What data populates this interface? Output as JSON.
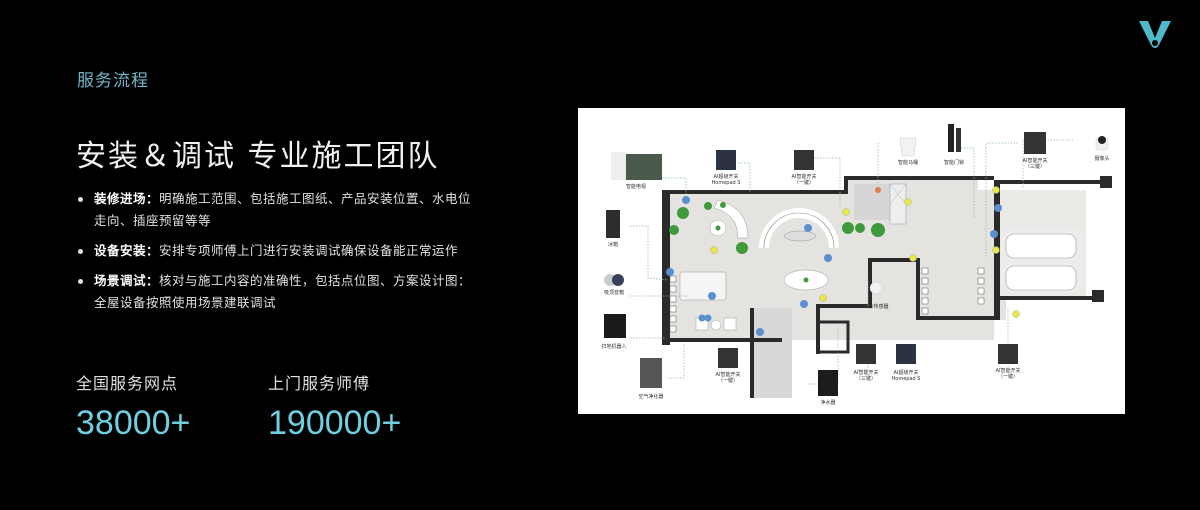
{
  "slide": {
    "section_tag": "服务流程",
    "headline": "安装＆调试  专业施工团队",
    "bullets": [
      {
        "title": "装修进场：",
        "text": "明确施工范围、包括施工图纸、产品安装位置、水电位走向、插座预留等等"
      },
      {
        "title": "设备安装：",
        "text": "安排专项师傅上门进行安装调试确保设备能正常运作"
      },
      {
        "title": "场景调试：",
        "text": "核对与施工内容的准确性，包括点位图、方案设计图：全屋设备按照使用场景建联调试"
      }
    ],
    "stats": [
      {
        "label": "全国服务网点",
        "value": "38000+"
      },
      {
        "label": "上门服务师傅",
        "value": "190000+"
      }
    ]
  },
  "logo": {
    "icon": "v-logo-icon",
    "color": "#4fb8c9"
  },
  "floor_plan": {
    "devices": [
      {
        "name": "智能电视",
        "icon": "tv-icon"
      },
      {
        "name": "冰箱",
        "icon": "fridge-icon"
      },
      {
        "name": "吸顶音箱",
        "icon": "ceiling-speaker-icon"
      },
      {
        "name": "扫地机器人",
        "icon": "robot-vacuum-icon"
      },
      {
        "name": "空气净化器",
        "icon": "air-purifier-icon"
      },
      {
        "name": "AI超级开关 Homepad S",
        "icon": "homepad-icon"
      },
      {
        "name": "AI智能开关（一键）",
        "icon": "switch-icon"
      },
      {
        "name": "智能马桶",
        "icon": "toilet-icon"
      },
      {
        "name": "智能门锁",
        "icon": "door-lock-icon"
      },
      {
        "name": "AI智能开关（三键）",
        "icon": "switch-icon"
      },
      {
        "name": "摄像头",
        "icon": "camera-icon"
      },
      {
        "name": "人体传感器",
        "icon": "motion-sensor-icon"
      },
      {
        "name": "净水器",
        "icon": "water-purifier-icon"
      },
      {
        "name": "AI智能开关（三键）",
        "icon": "switch-icon"
      },
      {
        "name": "AI超级开关 Homepad S",
        "icon": "homepad-icon"
      },
      {
        "name": "AI智能开关（一键）",
        "icon": "switch-icon"
      },
      {
        "name": "AI智能开关（一键）",
        "icon": "switch-icon"
      }
    ],
    "labels": {
      "tv": "智能电视",
      "fridge": "冰箱",
      "speaker": "吸顶音箱",
      "robot": "扫地机器人",
      "purifier": "空气净化器",
      "homepad1_a": "AI超级开关",
      "homepad1_b": "Homepad S",
      "switch1_a": "AI智能开关",
      "switch1_b": "（一键）",
      "toilet": "智能马桶",
      "lock": "智能门锁",
      "switch3_a": "AI智能开关",
      "switch3_b": "（三键）",
      "camera": "摄像头",
      "sensor": "人体传感器",
      "water": "净水器",
      "switch4_a": "AI智能开关",
      "switch4_b": "（三键）",
      "homepad2_a": "AI超级开关",
      "homepad2_b": "Homepad S",
      "switch5_a": "AI智能开关",
      "switch5_b": "（一键）",
      "switch6_a": "AI智能开关",
      "switch6_b": "（一键）"
    },
    "colors": {
      "wall": "#2a2a2a",
      "floor": "#e4e3e0",
      "line": "#8fb9b4",
      "dot_blue": "#5b8fd0",
      "dot_yellow": "#e8e84a",
      "plant": "#3e9a3a"
    }
  }
}
